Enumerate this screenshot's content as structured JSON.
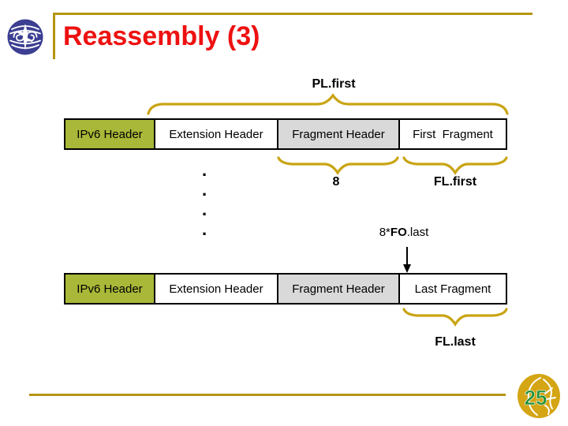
{
  "header": {
    "title": "Reassembly (3)"
  },
  "icons": {
    "logo": "university-emblem-icon",
    "arrow": "down-arrow-icon",
    "ellipsis": "vertical-ellipsis-dots"
  },
  "diagram": {
    "top_label": "PL.first",
    "row_first": [
      "IPv6 Header",
      "Extension Header",
      "Fragment Header",
      "First  Fragment"
    ],
    "row_last": [
      "IPv6 Header",
      "Extension Header",
      "Fragment Header",
      "Last Fragment"
    ],
    "fragment_header_length_label": "8",
    "first_fragment_length_label": "FL.first",
    "offset_label": {
      "prefix": "8*",
      "bold_part": "FO",
      "suffix": ".last"
    },
    "last_fragment_length_label": "FL.last",
    "ellipsis": [
      ".",
      ".",
      ".",
      "."
    ]
  },
  "footer": {
    "page_number": "25"
  },
  "colors": {
    "title_red": "#ee1111",
    "accent_gold_line": "#b5950f",
    "brace_gold": "#c9a413",
    "cell_green": "#a9b838",
    "cell_gray": "#d9d9d9",
    "logo_blue": "#3b3e91",
    "badge_gold": "#d4a514",
    "page_number_green": "#1e9038"
  }
}
